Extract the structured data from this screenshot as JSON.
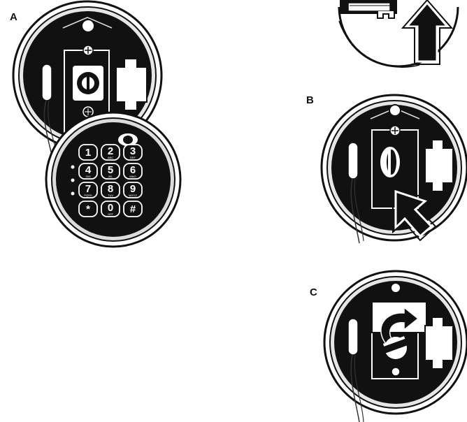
{
  "panels": [
    {
      "label": "A"
    },
    {
      "label": "B"
    },
    {
      "label": "C"
    }
  ],
  "keypad": {
    "keys": [
      {
        "main": "1",
        "sub": ""
      },
      {
        "main": "2",
        "sub": "ABC"
      },
      {
        "main": "3",
        "sub": "DEF"
      },
      {
        "main": "4",
        "sub": "GHI"
      },
      {
        "main": "5",
        "sub": "JKL"
      },
      {
        "main": "6",
        "sub": "MNO"
      },
      {
        "main": "7",
        "sub": "PQRS"
      },
      {
        "main": "8",
        "sub": "TUV"
      },
      {
        "main": "9",
        "sub": "WXYZ"
      },
      {
        "main": "*",
        "sub": ""
      },
      {
        "main": "0",
        "sub": "OFF"
      },
      {
        "main": "#",
        "sub": ""
      }
    ]
  },
  "colors": {
    "ink": "#111111",
    "paper": "#ffffff",
    "ring": "#e6e6e6"
  }
}
